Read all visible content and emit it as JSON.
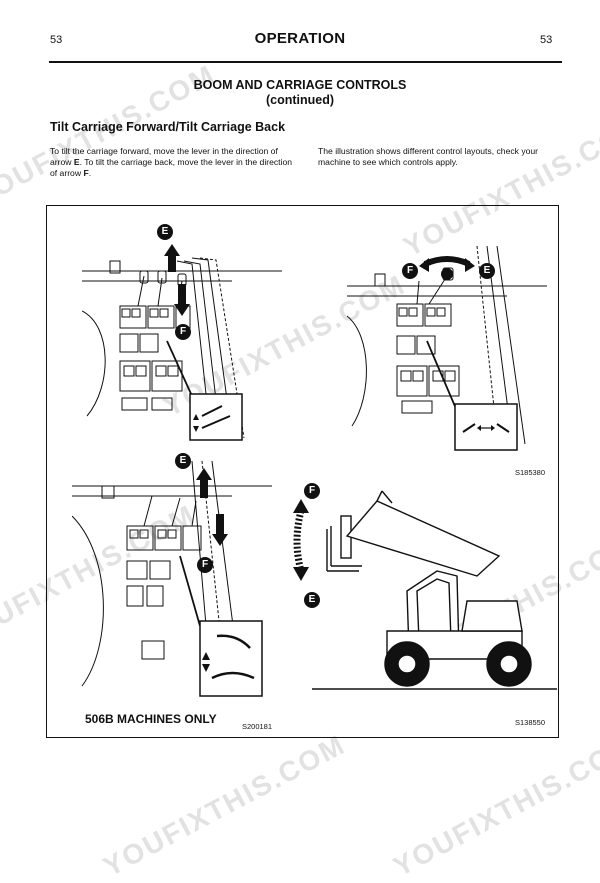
{
  "header": {
    "page_left": "53",
    "title": "OPERATION",
    "page_right": "53"
  },
  "section": {
    "title_line1": "BOOM AND CARRIAGE CONTROLS",
    "title_line2": "(continued)",
    "subheading": "Tilt Carriage Forward/Tilt Carriage Back"
  },
  "body_text": {
    "left_parts": [
      "To tilt the carriage forward, move the lever in the direction of arrow ",
      "E",
      ". To tilt the carriage back, move the lever in the direction of arrow ",
      "F",
      "."
    ],
    "right": "The illustration shows different control layouts, check your machine to see which controls apply."
  },
  "figure": {
    "arrow_labels": {
      "e": "E",
      "f": "F"
    },
    "caption_506b": "506B MACHINES ONLY",
    "ref_codes": [
      "S185380",
      "S200181",
      "S138550"
    ]
  },
  "watermark": "YOUFIXTHIS.COM",
  "colors": {
    "ink": "#111111",
    "watermark": "#e2e2e2"
  }
}
